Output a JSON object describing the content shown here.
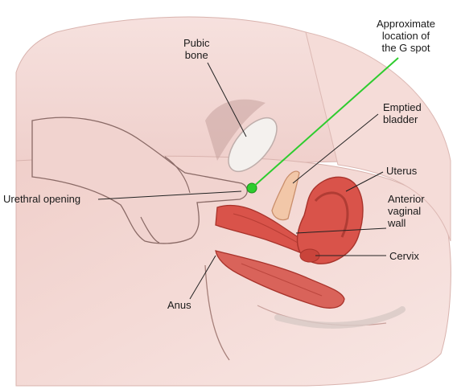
{
  "labels": {
    "g_spot": [
      "Approximate",
      "location of",
      "the G spot"
    ],
    "pubic_bone": [
      "Pubic",
      "bone"
    ],
    "emptied_bladder": [
      "Emptied",
      "bladder"
    ],
    "uterus": "Uterus",
    "anterior_vaginal_wall": [
      "Anterior",
      "vaginal",
      "wall"
    ],
    "urethral_opening": "Urethral opening",
    "cervix": "Cervix",
    "anus": "Anus"
  },
  "colors": {
    "skin": "#f3d9d6",
    "skin_shadow": "#e8bdb8",
    "organ": "#d9534a",
    "organ_dark": "#b8382f",
    "bone": "#f4f1ee",
    "g_spot_marker": "#2ecc2e",
    "leader": "#222222"
  }
}
